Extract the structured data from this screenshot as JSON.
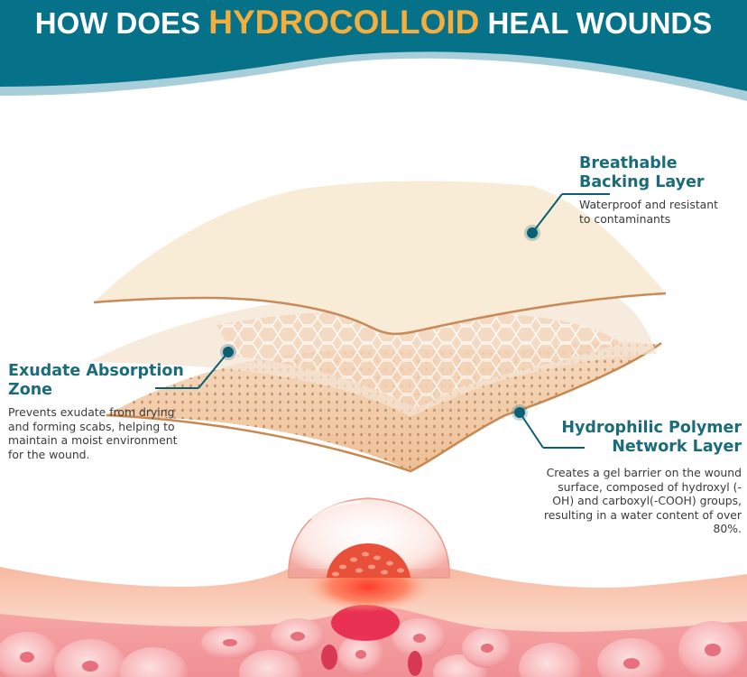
{
  "header": {
    "title_prefix": "HOW DOES ",
    "title_accent": "HYDROCOLLOID",
    "title_suffix": " HEAL WOUNDS",
    "background_color": "#06728a",
    "wave_band_color": "#a8ced9",
    "accent_color": "#f3ae3d"
  },
  "callouts": [
    {
      "id": "backing",
      "title": "Breathable Backing Layer",
      "description": "Waterproof and resistant to contaminants"
    },
    {
      "id": "exudate",
      "title": "Exudate Absorption Zone",
      "description": "Prevents exudate from drying and forming scabs, helping to maintain a moist environment for the wound."
    },
    {
      "id": "polymer",
      "title": "Hydrophilic Polymer Network Layer",
      "description": "Creates a gel barrier on the wound surface, composed of hydroxyl (-OH) and carboxyl(-COOH) groups, resulting in a water content of over 80%."
    }
  ],
  "illustration": {
    "layers": [
      "breathable-backing-layer",
      "honeycomb-absorption-layer",
      "perforated-hydrocolloid-layer"
    ],
    "skin": "skin-cross-section-with-wound-and-gel-bubble",
    "marker_color": "#0b5f72"
  }
}
